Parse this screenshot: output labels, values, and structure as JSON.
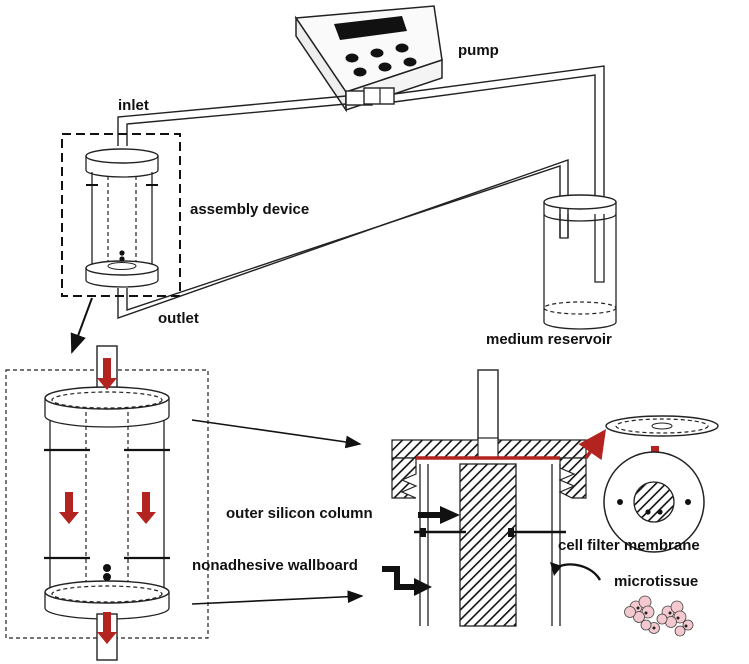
{
  "labels": {
    "pump": "pump",
    "inlet": "inlet",
    "assembly_device": "assembly device",
    "outlet": "outlet",
    "medium_reservoir": "medium reservoir",
    "outer_silicon_column": "outer silicon column",
    "cell_filter_membrane": "cell filter membrane",
    "nonadhesive_wallboard": "nonadhesive wallboard",
    "microtissue": "microtissue"
  },
  "colors": {
    "flow_arrow": "#b3231f",
    "line": "#222222",
    "background": "#ffffff"
  }
}
